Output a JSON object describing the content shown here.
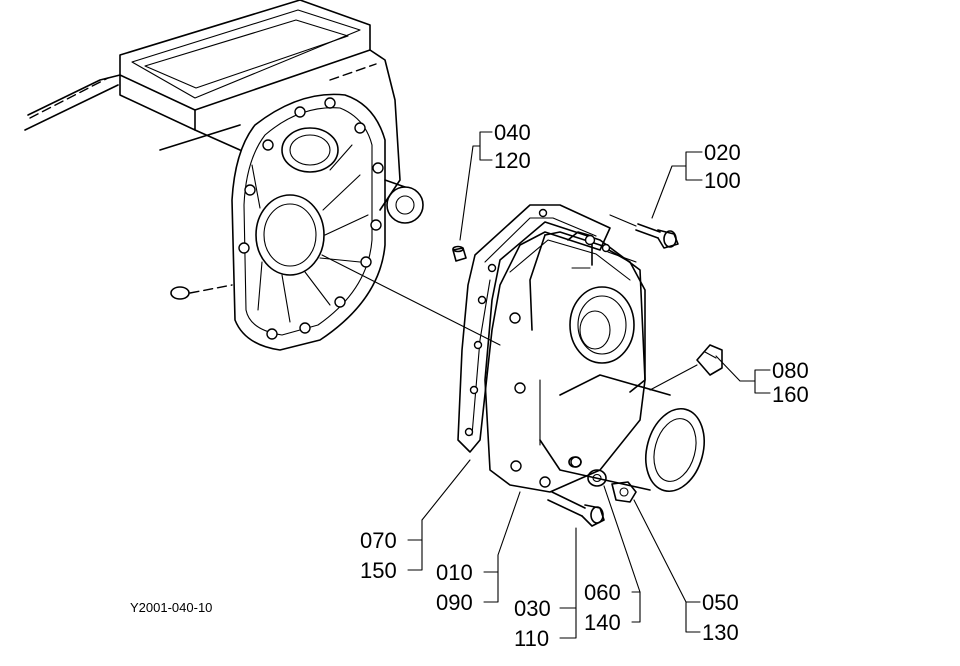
{
  "figure_id": "Y2001-040-10",
  "callouts": [
    {
      "id": "c1",
      "top": "040",
      "bottom": "120",
      "part": "dowel-pin"
    },
    {
      "id": "c2",
      "top": "020",
      "bottom": "100",
      "part": "bolt-top"
    },
    {
      "id": "c3",
      "top": "080",
      "bottom": "160",
      "part": "breather-plug"
    },
    {
      "id": "c4",
      "top": "070",
      "bottom": "150",
      "part": "gasket"
    },
    {
      "id": "c5",
      "top": "010",
      "bottom": "090",
      "part": "cover-case"
    },
    {
      "id": "c6",
      "top": "030",
      "bottom": "110",
      "part": "bolt-bottom"
    },
    {
      "id": "c7",
      "top": "060",
      "bottom": "140",
      "part": "washer"
    },
    {
      "id": "c8",
      "top": "050",
      "bottom": "130",
      "part": "plug"
    }
  ]
}
